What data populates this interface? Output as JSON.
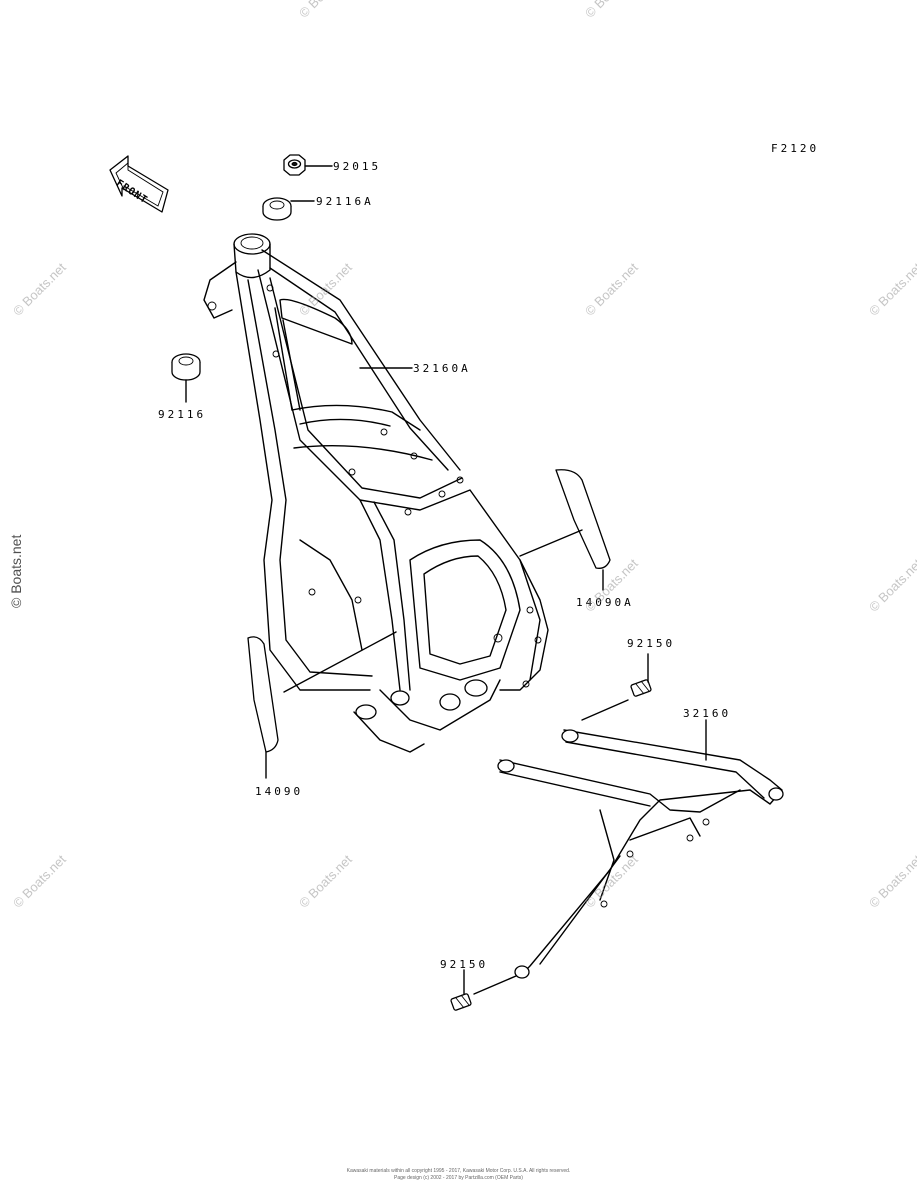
{
  "diagram_code": "F2120",
  "front_label": "FRONT",
  "parts": {
    "p92015": "92015",
    "p92116A": "92116A",
    "p32160A": "32160A",
    "p92116": "92116",
    "p14090A": "14090A",
    "p92150_top": "92150",
    "p32160": "32160",
    "p14090": "14090",
    "p92150_bottom": "92150"
  },
  "watermark": "© Boats.net",
  "footer": {
    "line1": "Kawasaki materials within all copyright 1995 - 2017, Kawasaki Motor Corp. U.S.A. All rights reserved.",
    "line2": "Page design (c) 2002 - 2017 by Partzilla.com (OEM Parts)"
  }
}
